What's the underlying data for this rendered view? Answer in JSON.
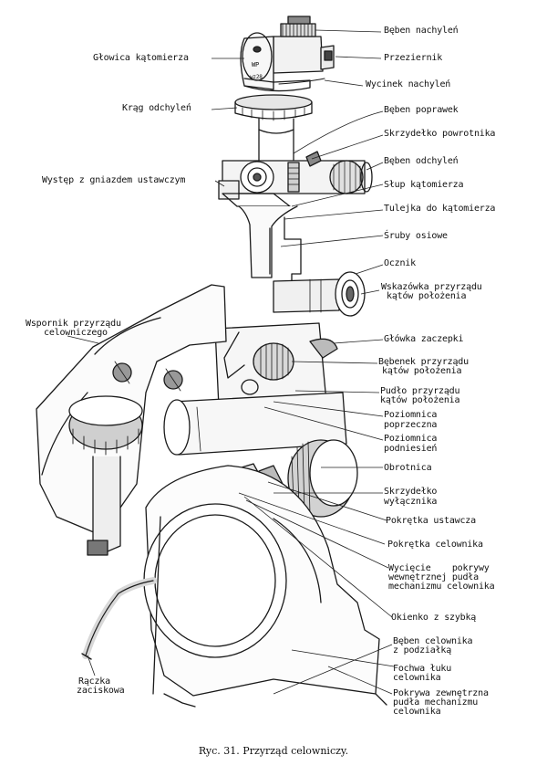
{
  "caption": "Ryc. 31. Przyrząd celowniczy.",
  "labels": {
    "beben_nachylen": "Bęben nachyleń",
    "glowica_katomierza": "Głowica kątomierza",
    "przeziernik": "Przeziernik",
    "wycinek_nachylen": "Wycinek nachyleń",
    "krag_odchylen": "Krąg odchyleń",
    "beben_poprawek": "Bęben poprawek",
    "skrzydelko_powrotnika": "Skrzydełko powrotnika",
    "beben_odchylen": "Bęben odchyleń",
    "wystep": "Występ z gniazdem ustawczym",
    "slup_katomierza": "Słup kątomierza",
    "tulejka": "Tulejka do kątomierza",
    "sruby_osiowe": "Śruby osiowe",
    "ocznik": "Ocznik",
    "wskazowka_1": "Wskazówka przyrządu",
    "wskazowka_2": "kątów położenia",
    "wspornik_1": "Wspornik przyrządu",
    "wspornik_2": "celowniczego",
    "glowka_zaczepki": "Główka zaczepki",
    "bebenek_1": "Bębenek przyrządu",
    "bebenek_2": "kątów położenia",
    "pudlo_1": "Pudło przyrządu",
    "pudlo_2": "kątów położenia",
    "poziomnica_pop_1": "Poziomnica",
    "poziomnica_pop_2": "poprzeczna",
    "poziomnica_pod_1": "Poziomnica",
    "poziomnica_pod_2": "podniesień",
    "obrotnica": "Obrotnica",
    "skrzydelko_wyl_1": "Skrzydełko",
    "skrzydelko_wyl_2": "wyłącznika",
    "pokretka_ustawcza": "Pokrętka ustawcza",
    "pokretka_celownika": "Pokrętka celownika",
    "wyciecie_1": "Wycięcie    pokrywy",
    "wyciecie_2": "wewnętrznej pudła",
    "wyciecie_3": "mechanizmu celownika",
    "okienko": "Okienko z szybką",
    "beben_cel_1": "Bęben celownika",
    "beben_cel_2": "z podziałką",
    "fochwa_1": "Fochwa łuku",
    "fochwa_2": "celownika",
    "pokrywa_1": "Pokrywa zewnętrzna",
    "pokrywa_2": "pudła mechanizmu",
    "pokrywa_3": "celownika",
    "raczka_1": "Rączka",
    "raczka_2": "zaciskowa",
    "marking_1": "WP",
    "marking_2": "wz28"
  }
}
